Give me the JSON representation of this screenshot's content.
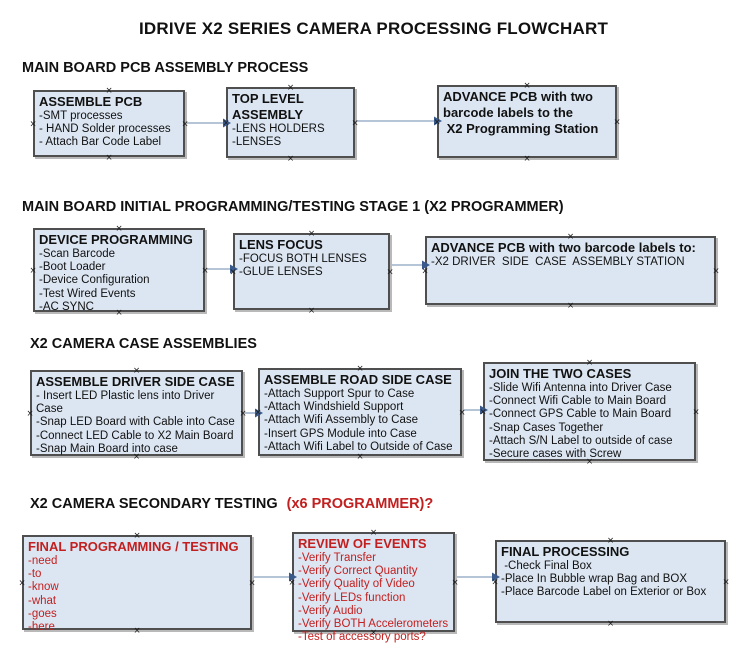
{
  "title": "IDRIVE X2  SERIES CAMERA PROCESSING FLOWCHART",
  "colors": {
    "box_fill": "#dce6f2",
    "box_border": "#4f4f4f",
    "arrow_line": "#9db1cc",
    "arrow_head": "#3a5a8c",
    "red_text": "#c22020",
    "handle": "#1a1a1a"
  },
  "sections": [
    {
      "heading": "MAIN BOARD PCB ASSEMBLY PROCESS",
      "boxes": [
        {
          "title": "ASSEMBLE PCB",
          "items": [
            "-SMT processes",
            "- HAND Solder processes",
            "- Attach Bar Code Label"
          ]
        },
        {
          "title": "TOP LEVEL ASSEMBLY",
          "items": [
            "-LENS HOLDERS",
            "-LENSES"
          ]
        },
        {
          "title": "ADVANCE PCB with two\nbarcode labels to the\n X2 Programming Station",
          "items": []
        }
      ]
    },
    {
      "heading": "MAIN BOARD INITIAL PROGRAMMING/TESTING STAGE 1 (X2 PROGRAMMER)",
      "boxes": [
        {
          "title": "DEVICE PROGRAMMING",
          "items": [
            "-Scan Barcode",
            "-Boot Loader",
            "-Device Configuration",
            "-Test Wired Events",
            "-AC SYNC"
          ]
        },
        {
          "title": "LENS FOCUS",
          "items": [
            "-FOCUS BOTH LENSES",
            "-GLUE LENSES"
          ]
        },
        {
          "title": "ADVANCE PCB with two barcode labels to:",
          "items": [
            "-X2 DRIVER  SIDE  CASE  ASSEMBLY STATION"
          ]
        }
      ]
    },
    {
      "heading": "X2 CAMERA CASE ASSEMBLIES",
      "boxes": [
        {
          "title": "ASSEMBLE DRIVER SIDE CASE",
          "items": [
            "- Insert LED Plastic lens into Driver Case",
            "-Snap LED Board with Cable into Case",
            "-Connect LED Cable to X2 Main Board",
            "-Snap Main Board into case"
          ]
        },
        {
          "title": "ASSEMBLE ROAD SIDE CASE",
          "items": [
            "-Attach Support Spur to Case",
            "-Attach Windshield Support",
            "-Attach Wifi Assembly to Case",
            "-Insert GPS Module into Case",
            "-Attach Wifi Label to Outside of Case"
          ]
        },
        {
          "title": "JOIN THE TWO CASES",
          "items": [
            "-Slide Wifi Antenna into Driver Case",
            "-Connect Wifi Cable to Main Board",
            "-Connect GPS Cable to Main Board",
            "-Snap Cases Together",
            "-Attach S/N Label to outside of case",
            "-Secure cases with Screw"
          ]
        }
      ]
    },
    {
      "heading": "X2 CAMERA SECONDARY TESTING",
      "heading_red": "(x6 PROGRAMMER)?",
      "boxes": [
        {
          "title": "FINAL PROGRAMMING / TESTING",
          "items": [
            "-need",
            "-to",
            "-know",
            "-what",
            "-goes",
            "-here"
          ]
        },
        {
          "title": "REVIEW OF EVENTS",
          "items": [
            "-Verify Transfer",
            "-Verify Correct Quantity",
            "-Verify Quality of Video",
            "-Verify LEDs function",
            "-Verify Audio",
            "-Verify BOTH Accelerometers",
            "-Test of accessory ports?"
          ]
        },
        {
          "title": "FINAL PROCESSING",
          "items": [
            " -Check Final Box",
            "-Place In Bubble wrap Bag and BOX",
            "-Place Barcode Label on Exterior or Box"
          ]
        }
      ]
    }
  ]
}
